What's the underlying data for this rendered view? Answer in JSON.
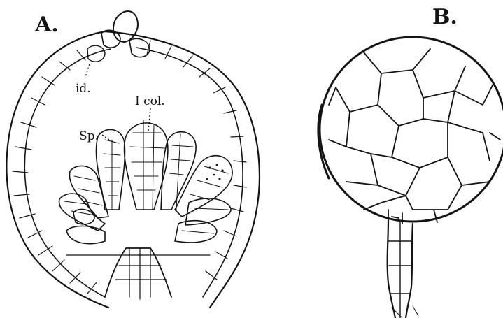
{
  "figure": {
    "panels": [
      {
        "id": "A",
        "label": "A.",
        "parts": [
          {
            "key": "id",
            "label": "id."
          },
          {
            "key": "col",
            "label": "I col."
          },
          {
            "key": "sp",
            "label": "Sp."
          }
        ]
      },
      {
        "id": "B",
        "label": "B."
      }
    ],
    "ink_color": "#141414",
    "background": "#ffffff"
  }
}
